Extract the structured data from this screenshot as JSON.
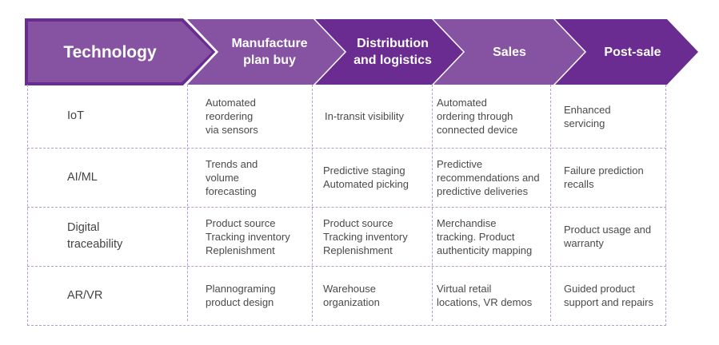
{
  "colors": {
    "chevron_light": "#8653a3",
    "chevron_dark": "#6a2c91",
    "chevron_border": "#6a2c91",
    "grid_line": "#b79ccf",
    "cell_text": "#4a4a4a"
  },
  "header": {
    "corner_label": "Technology",
    "stages": [
      {
        "label": "Manufacture\nplan buy"
      },
      {
        "label": "Distribution\nand logistics"
      },
      {
        "label": "Sales"
      },
      {
        "label": "Post-sale"
      }
    ]
  },
  "rows": [
    {
      "technology": "IoT",
      "cells": [
        "Automated\nreordering\nvia sensors",
        "In-transit visibility",
        "Automated\nordering through\nconnected device",
        "Enhanced\nservicing"
      ]
    },
    {
      "technology": "AI/ML",
      "cells": [
        "Trends and\nvolume\nforecasting",
        "Predictive staging\nAutomated picking",
        "Predictive\nrecommendations and\npredictive deliveries",
        "Failure prediction\nrecalls"
      ]
    },
    {
      "technology": "Digital\ntraceability",
      "cells": [
        "Product source\nTracking inventory\nReplenishment",
        "Product source\nTracking inventory\nReplenishment",
        "Merchandise\ntracking. Product\nauthenticity mapping",
        "Product usage and\nwarranty"
      ]
    },
    {
      "technology": "AR/VR",
      "cells": [
        "Plannograming\nproduct design",
        "Warehouse\norganization",
        "Virtual retail\nlocations, VR demos",
        "Guided product\nsupport and repairs"
      ]
    }
  ]
}
